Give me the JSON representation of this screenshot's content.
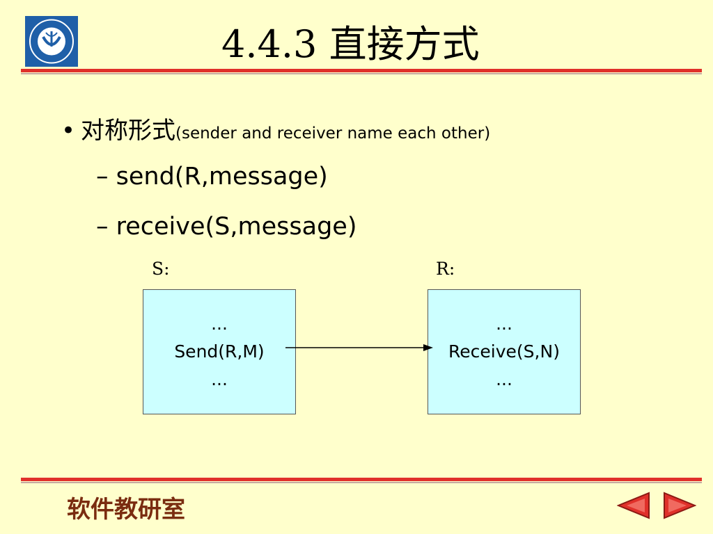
{
  "slide": {
    "title": "4.4.3 直接方式",
    "bullet": {
      "cn": "对称形式",
      "en": "(sender and receiver name each other)"
    },
    "sub_items": [
      "– send(R,message)",
      "– receive(S,message)"
    ],
    "sender": {
      "label": "S:",
      "lines": [
        "...",
        "Send(R,M)",
        "..."
      ]
    },
    "receiver": {
      "label": "R:",
      "lines": [
        "...",
        "Receive(S,N)",
        "..."
      ]
    },
    "footer": "软件教研室"
  },
  "colors": {
    "background": "#ffffcc",
    "rule": "#e0302a",
    "box_fill": "#ccffff",
    "footer_text": "#7a2c10",
    "nav_arrow": "#e0302a",
    "logo_blue": "#1f5fa8"
  },
  "icons": {
    "logo": "university-logo-icon",
    "prev": "prev-arrow-icon",
    "next": "next-arrow-icon"
  }
}
